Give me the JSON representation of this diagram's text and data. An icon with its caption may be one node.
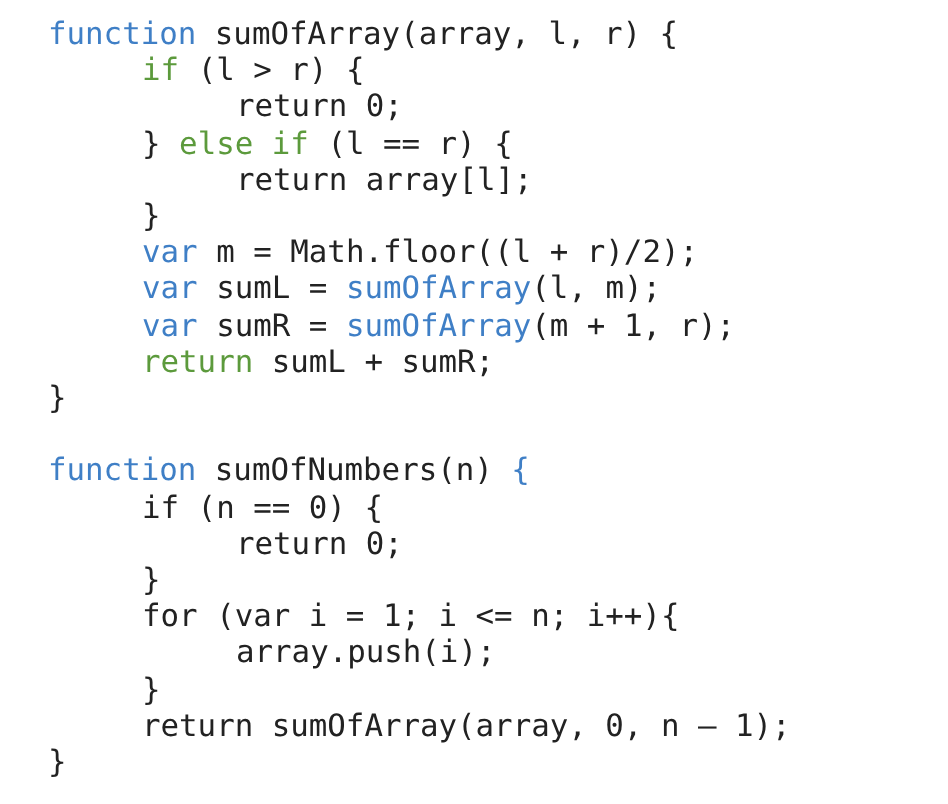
{
  "diagram": {
    "labels": [
      "function sumOfArray(array, l, r) {",
      "if (l > r) {",
      "return 0;",
      "} else if (l == r) {",
      "return array[l];",
      "}",
      "var m = Math.floor((l + r)/2);",
      "var sumL = sumOfArray(l, m);",
      "var sumR = sumOfArray(m + 1, r);",
      "return sumL + sumR;",
      "}",
      "function sumOfNumbers(n) {",
      "if (n == 0) {",
      "return 0;",
      "}",
      "for (var i = 1; i <= n; i++){",
      "array.push(i);",
      "}",
      "return sumOfArray(array, 0, n – 1);",
      "}"
    ]
  }
}
